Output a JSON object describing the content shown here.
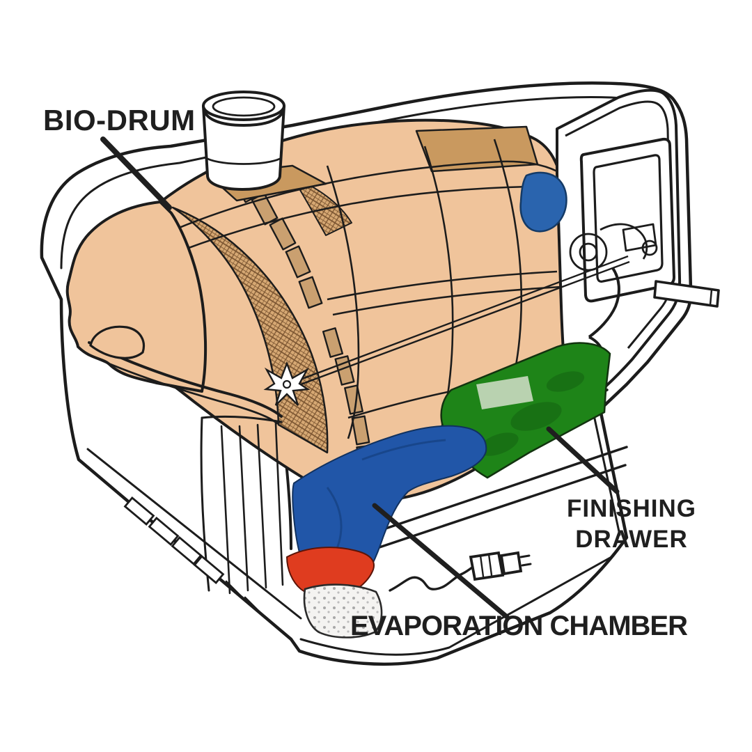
{
  "diagram": {
    "type": "cutaway-diagram",
    "subject": "composting toilet cutaway showing internal components",
    "background": "#ffffff",
    "labels": {
      "bio_drum": "BIO-DRUM",
      "finishing_line1": "FINISHING",
      "finishing_line2": "DRAWER",
      "evaporation_chamber": "EVAPORATION CHAMBER"
    },
    "parts": [
      {
        "name": "bio-drum",
        "label": "BIO-DRUM",
        "color": "#f0c49b"
      },
      {
        "name": "finishing-drawer",
        "label": "FINISHING DRAWER",
        "color": "#1e8418"
      },
      {
        "name": "evaporation-chamber",
        "label": "EVAPORATION CHAMBER",
        "color": "#2156a8"
      }
    ],
    "colors": {
      "outline": "#1c1c1c",
      "shell_white": "#ffffff",
      "drum_tan": "#f0c49b",
      "drum_tan_dark": "#c9995f",
      "chamber_blue": "#2156a8",
      "vent_blue": "#2a64ae",
      "drawer_green": "#1e8418",
      "drawer_green_light": "#b9d2b0",
      "drawer_green_dark": "#146312",
      "heater_red": "#df3c1f",
      "compost_white": "#f4f3f1",
      "label_text": "#1f1f1f"
    }
  }
}
